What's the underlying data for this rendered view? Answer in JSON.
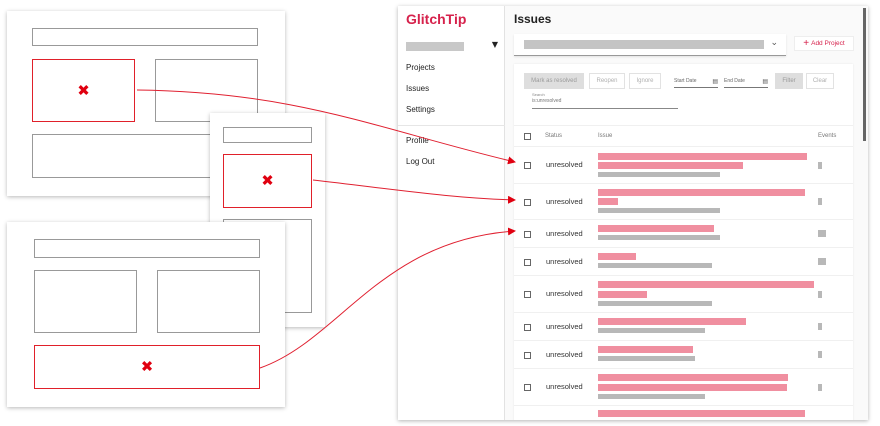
{
  "app": {
    "logo": "GlitchTip",
    "sidebar": {
      "items": [
        {
          "label": "Projects"
        },
        {
          "label": "Issues"
        },
        {
          "label": "Settings"
        },
        {
          "label": "Profile"
        },
        {
          "label": "Log Out"
        }
      ]
    },
    "header": {
      "title": "Issues",
      "add_project": "Add Project"
    },
    "toolbar": {
      "mark_resolved": "Mark as resolved",
      "reopen": "Reopen",
      "ignore": "Ignore",
      "start_date": "Start Date",
      "end_date": "End Date",
      "filter": "Filter",
      "clear": "Clear",
      "search_label": "Search",
      "search_value": "is:unresolved"
    },
    "table": {
      "columns": {
        "status": "Status",
        "issue": "Issue",
        "events": "Events"
      },
      "rows": [
        {
          "status": "unresolved"
        },
        {
          "status": "unresolved"
        },
        {
          "status": "unresolved"
        },
        {
          "status": "unresolved"
        },
        {
          "status": "unresolved"
        },
        {
          "status": "unresolved"
        },
        {
          "status": "unresolved"
        },
        {
          "status": "unresolved"
        }
      ]
    }
  },
  "colors": {
    "brand": "#d6224c",
    "error": "#e00010",
    "placeholder_pink": "#f08fa0",
    "placeholder_grey": "#b8b8b8"
  },
  "wireframes": {
    "error_marker": "✖"
  }
}
